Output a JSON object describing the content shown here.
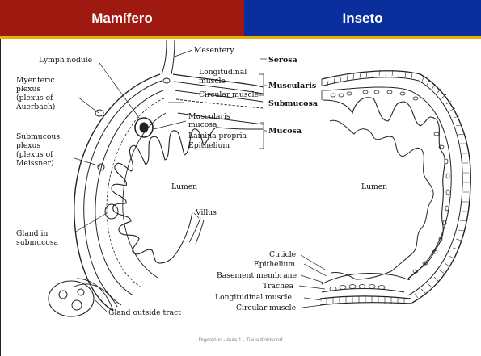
{
  "header": {
    "left_title": "Mamífero",
    "right_title": "Inseto"
  },
  "mammal": {
    "labels": {
      "mesentery": "Mesentery",
      "serosa": "Serosa",
      "lymph_nodule": "Lymph nodule",
      "longitudinal_muscle_1": "Longitudinal",
      "longitudinal_muscle_2": "muscle",
      "muscularis": "Muscularis",
      "circular_muscle": "Circular muscle",
      "myenteric_1": "Myenteric",
      "myenteric_2": "plexus",
      "myenteric_3": "(plexus of",
      "myenteric_4": "Auerbach)",
      "submucosa": "Submucosa",
      "muscularis_mucosa_1": "Muscularis",
      "muscularis_mucosa_2": "mucosa",
      "lamina_propria": "Lamina propria",
      "epithelium": "Epithelium",
      "mucosa": "Mucosa",
      "submucous_1": "Submucous",
      "submucous_2": "plexus",
      "submucous_3": "(plexus of",
      "submucous_4": "Meissner)",
      "lumen": "Lumen",
      "villus": "Villus",
      "gland_sub_1": "Gland in",
      "gland_sub_2": "submucosa",
      "gland_outside": "Gland outside tract"
    }
  },
  "insect": {
    "labels": {
      "lumen": "Lumen",
      "cuticle": "Cuticle",
      "epithelium": "Epithelium",
      "basement_membrane": "Basement membrane",
      "trachea": "Trachea",
      "longitudinal_muscle": "Longitudinal muscle",
      "circular_muscle": "Circular muscle"
    }
  },
  "footer": "Digestório - Aula 1 - Tiana Kohlsdorf"
}
